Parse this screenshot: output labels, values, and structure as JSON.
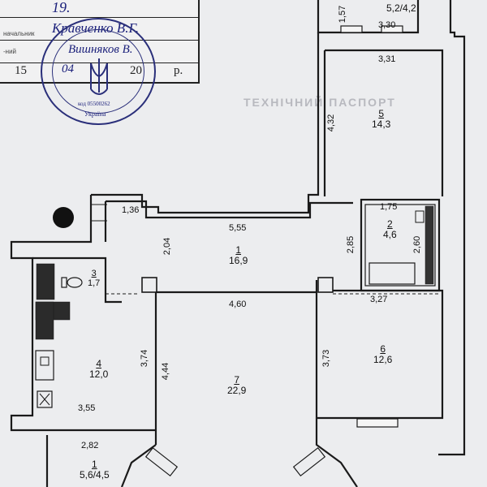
{
  "stamp": {
    "line1": "19.    ",
    "line2": "Кравченко В.Г.",
    "line3": "Вишняков В.",
    "date_day": "15",
    "date_month": "04",
    "date_year": "20",
    "row_label_1": "начальник",
    "row_label_2": "-ний",
    "year_suffix": "р.",
    "seal_bottom": "Україна",
    "seal_code": "код 05500262"
  },
  "plan": {
    "rooms": [
      {
        "id": "balcony-top",
        "num": "",
        "area": "5,2/4,2"
      },
      {
        "id": "room-5",
        "num": "5",
        "area": "14,3"
      },
      {
        "id": "room-1",
        "num": "1",
        "area": "16,9"
      },
      {
        "id": "room-2",
        "num": "2",
        "area": "4,6"
      },
      {
        "id": "room-3",
        "num": "3",
        "area": "1,7"
      },
      {
        "id": "room-4",
        "num": "4",
        "area": "12,0"
      },
      {
        "id": "room-7",
        "num": "7",
        "area": "22,9"
      },
      {
        "id": "room-6",
        "num": "6",
        "area": "12,6"
      },
      {
        "id": "balcony-bottom",
        "num": "1",
        "area": "5,6/4,5"
      }
    ],
    "dims": {
      "d157": "1,57",
      "d330": "3,30",
      "d331": "3,31",
      "d432": "4,32",
      "d136": "1,36",
      "d555": "5,55",
      "d175": "1,75",
      "d204": "2,04",
      "d285": "2,85",
      "d260": "2,60",
      "d460": "4,60",
      "d327": "3,27",
      "d374": "3,74",
      "d444": "4,44",
      "d373": "3,73",
      "d355": "3,55",
      "d282": "2,82"
    }
  }
}
